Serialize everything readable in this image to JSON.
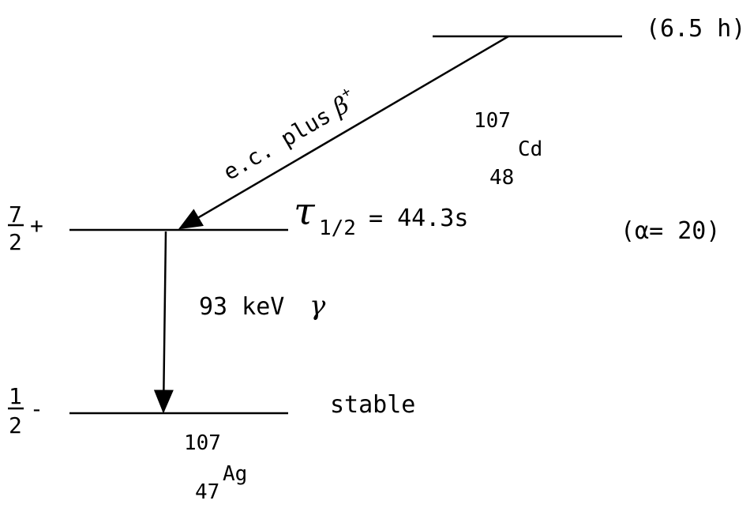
{
  "parent": {
    "half_life_label": "(6.5 h)",
    "mass_number": "107",
    "atomic_number": "48",
    "symbol": "Cd"
  },
  "transition_decay": {
    "label_text": "e.c. plus",
    "beta_symbol": "β",
    "beta_sign": "+"
  },
  "excited_level": {
    "spin_numerator": "7",
    "spin_denominator": "2",
    "parity": "+",
    "tau_symbol": "τ",
    "tau_subscript": "1/2",
    "half_life_value": "= 44.3s",
    "alpha_label": "(α= 20)"
  },
  "gamma": {
    "energy_label": "93 keV",
    "symbol": "γ"
  },
  "ground_level": {
    "spin_numerator": "1",
    "spin_denominator": "2",
    "parity": "-",
    "stability_label": "stable",
    "mass_number": "107",
    "atomic_number": "47",
    "symbol": "Ag"
  }
}
